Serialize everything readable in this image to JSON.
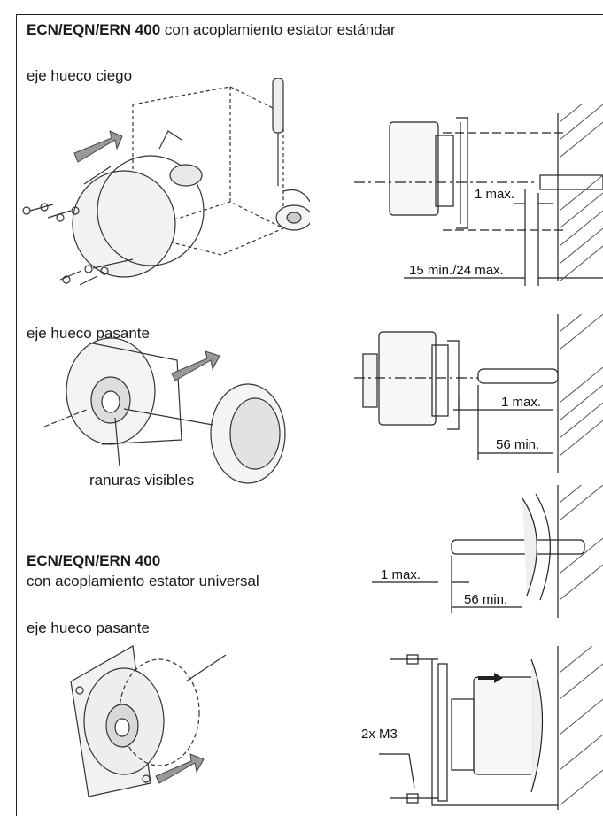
{
  "section1": {
    "title_bold": "ECN/EQN/ERN 400",
    "title_rest": " con acoplamiento estator estándar",
    "blind": "eje hueco ciego",
    "through": "eje hueco pasante",
    "slots": "ranuras visibles",
    "dims": {
      "d1": "1 max.",
      "d2": "15 min./24 max.",
      "d3": "1 max.",
      "d4": "56 min."
    }
  },
  "section2": {
    "title_bold": "ECN/EQN/ERN 400",
    "subtitle": "con acoplamiento estator universal",
    "through": "eje hueco pasante",
    "dims": {
      "d1": "1 max.",
      "d2": "56 min.",
      "d3": "2x M3"
    }
  }
}
